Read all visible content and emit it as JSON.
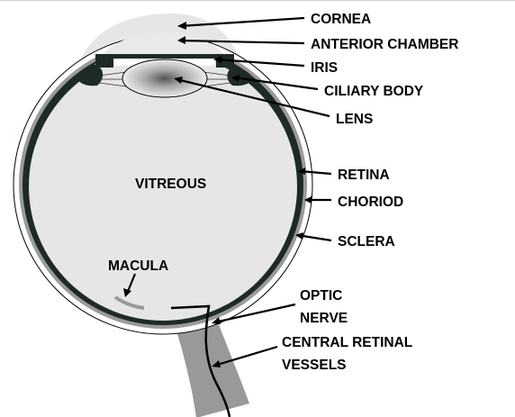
{
  "diagram": {
    "labels": {
      "cornea": "CORNEA",
      "anterior_chamber": "ANTERIOR CHAMBER",
      "iris": "IRIS",
      "ciliary_body": "CILIARY BODY",
      "lens": "LENS",
      "vitreous": "VITREOUS",
      "retina": "RETINA",
      "choroid": "CHORIOD",
      "sclera": "SCLERA",
      "macula": "MACULA",
      "optic_nerve_line1": "OPTIC",
      "optic_nerve_line2": "NERVE",
      "central_retinal_vessels_line1": "CENTRAL RETINAL",
      "central_retinal_vessels_line2": "VESSELS"
    },
    "colors": {
      "vitreous_fill": "#e6e6e6",
      "retina_layer": "#1e2a26",
      "choroid_layer": "#9a9a9a",
      "cornea_fill": "#e4e4e4",
      "optic_nerve_fill": "#999999",
      "vessel_line": "#000000"
    }
  }
}
